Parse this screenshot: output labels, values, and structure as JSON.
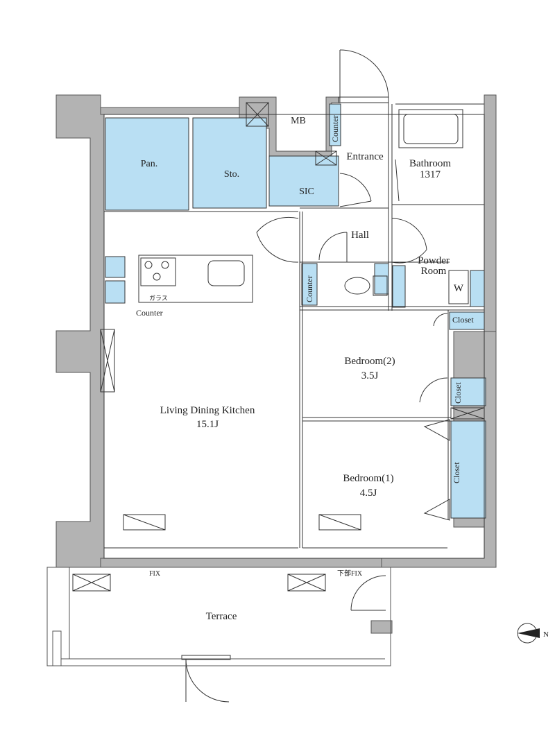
{
  "rooms": {
    "pantry": "Pan.",
    "storage": "Sto.",
    "mb": "MB",
    "sic": "SIC",
    "entrance": "Entrance",
    "hall": "Hall",
    "bathroom": "Bathroom",
    "bathroom_size": "1317",
    "powder_room_line1": "Powder",
    "powder_room_line2": "Room",
    "washer": "W",
    "ldk": "Living Dining Kitchen",
    "ldk_size": "15.1J",
    "bedroom2": "Bedroom(2)",
    "bedroom2_size": "3.5J",
    "bedroom1": "Bedroom(1)",
    "bedroom1_size": "4.5J",
    "terrace": "Terrace"
  },
  "fixtures": {
    "counter_entrance": "Counter",
    "counter_hall": "Counter",
    "counter_kitchen": "Counter",
    "glass_note": "ガラス",
    "closet_powder": "Closet",
    "closet_bed2": "Closet",
    "closet_bed1": "Closet",
    "fix_ldk": "FIX",
    "fix_bed1": "下部FIX"
  },
  "compass": {
    "north": "N"
  },
  "colors": {
    "wall": "#b3b3b3",
    "storage_fill": "#b9dff3",
    "line": "#333333"
  }
}
